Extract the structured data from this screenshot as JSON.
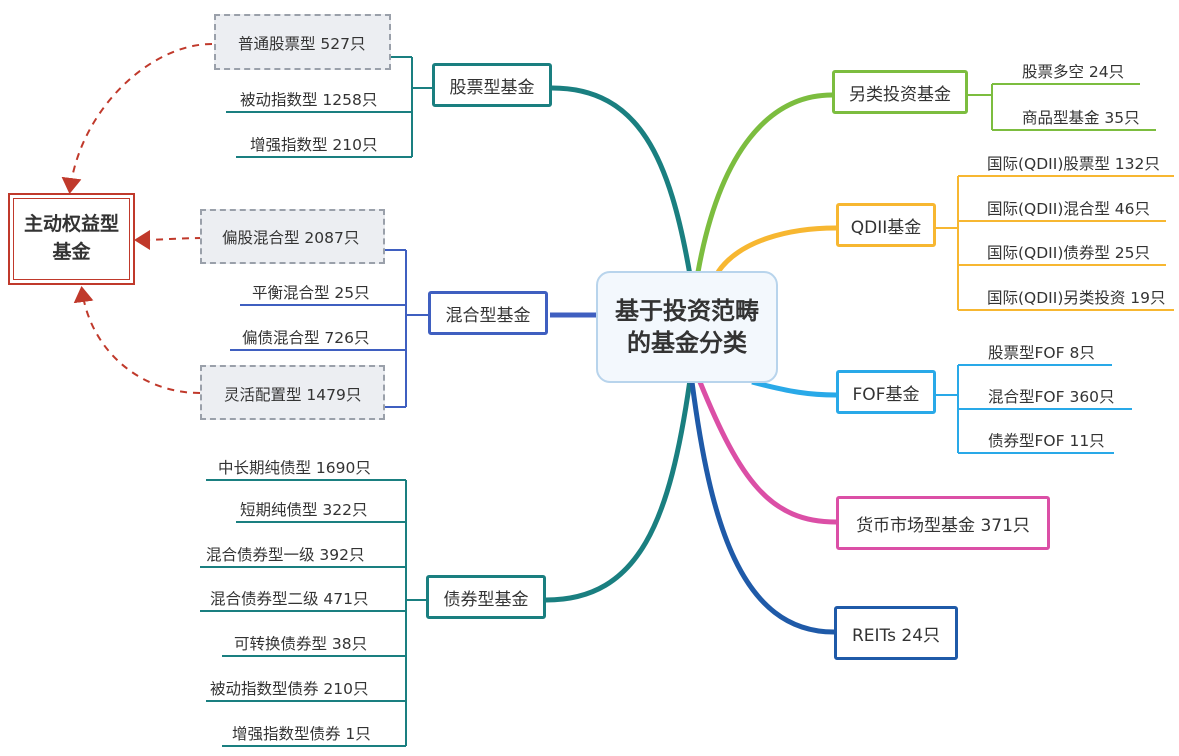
{
  "title": {
    "line1": "基于投资范畴",
    "line2": "的基金分类"
  },
  "active_equity": {
    "line1": "主动权益型",
    "line2": "基金"
  },
  "stock_fund": {
    "label": "股票型基金",
    "items": [
      "普通股票型 527只",
      "被动指数型 1258只",
      "增强指数型 210只"
    ]
  },
  "mixed_fund": {
    "label": "混合型基金",
    "items": [
      "偏股混合型 2087只",
      "平衡混合型 25只",
      "偏债混合型 726只",
      "灵活配置型 1479只"
    ]
  },
  "bond_fund": {
    "label": "债券型基金",
    "items": [
      "中长期纯债型 1690只",
      "短期纯债型 322只",
      "混合债券型一级 392只",
      "混合债券型二级 471只",
      "可转换债券型 38只",
      "被动指数型债券 210只",
      "增强指数型债券 1只"
    ]
  },
  "alt_fund": {
    "label": "另类投资基金",
    "items": [
      "股票多空 24只",
      "商品型基金 35只"
    ]
  },
  "qdii_fund": {
    "label": "QDII基金",
    "items": [
      "国际(QDII)股票型 132只",
      "国际(QDII)混合型 46只",
      "国际(QDII)债券型 25只",
      "国际(QDII)另类投资 19只"
    ]
  },
  "fof_fund": {
    "label": "FOF基金",
    "items": [
      "股票型FOF 8只",
      "混合型FOF 360只",
      "债券型FOF 11只"
    ]
  },
  "money_fund": {
    "label": "货币市场型基金 371只"
  },
  "reits_fund": {
    "label": "REITs 24只"
  },
  "colors": {
    "teal": "#1a7f80",
    "blue": "#3f5fc0",
    "green": "#7cbd3f",
    "orange": "#f7b731",
    "sky": "#29a9e8",
    "pink": "#db4fa6",
    "navy": "#1f5aa8",
    "red": "#c0392b"
  }
}
